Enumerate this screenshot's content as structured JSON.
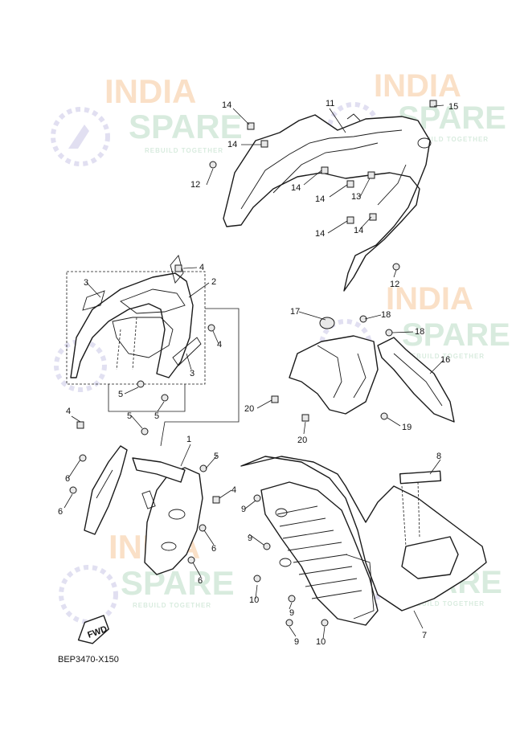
{
  "diagram_code": "BEP3470-X150",
  "fwd_label": "FWD",
  "watermark": {
    "line1": "INDIA",
    "line2": "SPARE",
    "tagline": "REBUILD TOGETHER",
    "color_primary": "#f6c89a",
    "color_secondary": "#b9dcc4",
    "color_icon": "#c9c6e6"
  },
  "callouts": [
    "1",
    "2",
    "3",
    "3",
    "4",
    "4",
    "4",
    "4",
    "5",
    "5",
    "5",
    "5",
    "6",
    "6",
    "6",
    "6",
    "7",
    "8",
    "9",
    "9",
    "9",
    "9",
    "10",
    "10",
    "11",
    "12",
    "12",
    "13",
    "14",
    "14",
    "14",
    "14",
    "14",
    "14",
    "15",
    "16",
    "17",
    "18",
    "18",
    "19",
    "20",
    "20"
  ]
}
